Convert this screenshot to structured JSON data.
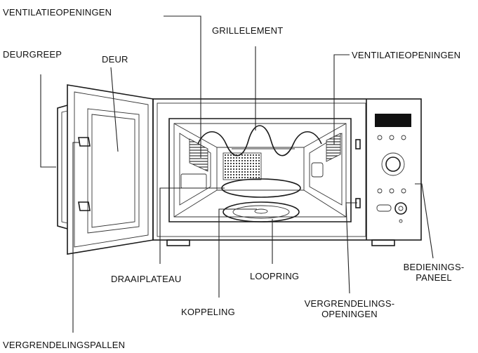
{
  "labels": {
    "vent_top": "VENTILATIEOPENINGEN",
    "deurgreep": "DEURGREEP",
    "deur": "DEUR",
    "grillelement": "GRILLELEMENT",
    "vent_right": "VENTILATIEOPENINGEN",
    "draaiplateau": "DRAAIPLATEAU",
    "loopring": "LOOPRING",
    "bedieningspaneel_1": "BEDIENINGS-",
    "bedieningspaneel_2": "PANEEL",
    "koppeling": "KOPPELING",
    "vergrendelingsopeningen_1": "VERGRENDELINGS-",
    "vergrendelingsopeningen_2": "OPENINGEN",
    "vergrendelingspallen": "VERGRENDELINGSPALLEN"
  }
}
